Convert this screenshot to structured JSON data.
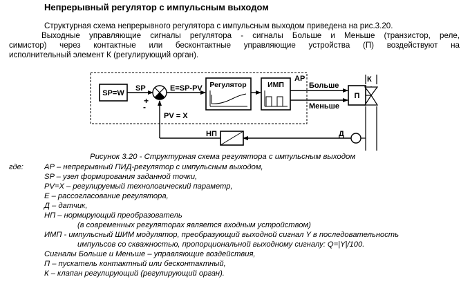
{
  "heading": "Непрерывный регулятор с импульсным выходом",
  "paragraphs": [
    "Структурная схема непрерывного регулятора с импульсным выходом приведена на рис.3.20.",
    "Выходные управляющие сигналы регулятора - сигналы Больше и Меньше (транзистор, реле,",
    "симистор) через контактные или бесконтактные управляющие устройства (П) воздействуют на",
    "исполнительный элемент К (регулирующий орган)."
  ],
  "diagram": {
    "sp_block": "SP=W",
    "sp_label": "SP",
    "plus": "+",
    "minus": "-",
    "error_label": "E=SP-PV",
    "regulator": "Регулятор",
    "imp": "ИМП",
    "ar_label": "АР",
    "more": "Больше",
    "less": "Меньше",
    "p_block": "П",
    "k_label": "К",
    "pv_label": "PV = X",
    "np_label": "НП",
    "d_label": "Д"
  },
  "caption": "Рисунок 3.20 - Структурная схема регулятора с импульсным выходом",
  "where_label": "где:",
  "legend": [
    {
      "text": "АР – непрерывный ПИД-регулятор с импульсным выходом,",
      "indent": false
    },
    {
      "text": "SP – узел формирования заданной точки,",
      "indent": false
    },
    {
      "text": "PV=X – регулируемый технологический параметр,",
      "indent": false
    },
    {
      "text": "Е – рассогласование регулятора,",
      "indent": false
    },
    {
      "text": "Д – датчик,",
      "indent": false
    },
    {
      "text": "НП – нормирующий преобразователь",
      "indent": false
    },
    {
      "text": "(в современных регуляторах является входным устройством)",
      "indent": true
    },
    {
      "text": "ИМП - импульсный ШИМ модулятор, преобразующий выходной сигнал Y в последовательность",
      "indent": false
    },
    {
      "text": "импульсов со скважностью, пропорциональной выходному сигналу: Q=|Y|/100.",
      "indent": true
    },
    {
      "text": "Сигналы Больше и Меньше – управляющие воздействия,",
      "indent": false
    },
    {
      "text": "П – пускатель контактный или бесконтактный,",
      "indent": false
    },
    {
      "text": "К – клапан регулирующий (регулирующий орган).",
      "indent": false
    }
  ]
}
